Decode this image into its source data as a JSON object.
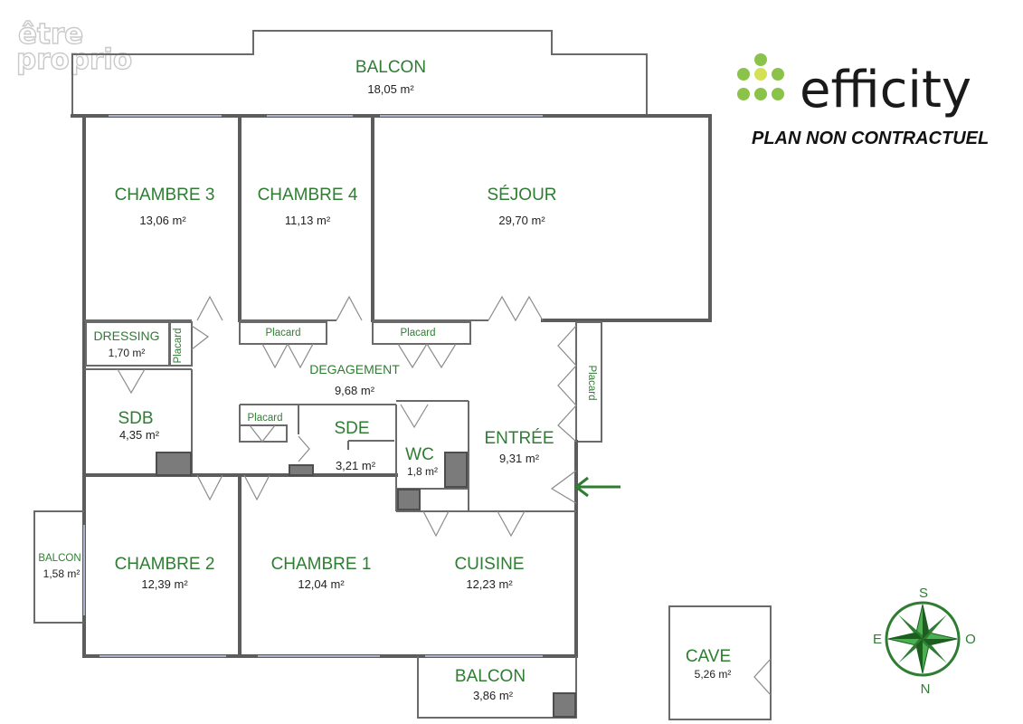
{
  "watermark": {
    "line1": "être",
    "line2": "proprio"
  },
  "brand": {
    "name": "efficity",
    "subtitle": "PLAN NON CONTRACTUEL",
    "dot_color": "#8bc34a",
    "dot_center_color": "#d4e157"
  },
  "colors": {
    "label_green": "#2e7d32",
    "wall": "#5c5c5c"
  },
  "rooms": {
    "balcon_top": {
      "name": "BALCON",
      "area": "18,05 m²"
    },
    "chambre3": {
      "name": "CHAMBRE 3",
      "area": "13,06 m²"
    },
    "chambre4": {
      "name": "CHAMBRE 4",
      "area": "11,13 m²"
    },
    "sejour": {
      "name": "SÉJOUR",
      "area": "29,70 m²"
    },
    "dressing": {
      "name": "DRESSING",
      "area": "1,70 m²"
    },
    "degagement": {
      "name": "DEGAGEMENT",
      "area": "9,68 m²"
    },
    "sdb": {
      "name": "SDB",
      "area": "4,35 m²"
    },
    "sde": {
      "name": "SDE",
      "area": "3,21 m²"
    },
    "wc": {
      "name": "WC",
      "area": "1,8 m²"
    },
    "entree": {
      "name": "ENTRÉE",
      "area": "9,31 m²"
    },
    "chambre2": {
      "name": "CHAMBRE 2",
      "area": "12,39 m²"
    },
    "chambre1": {
      "name": "CHAMBRE 1",
      "area": "12,04 m²"
    },
    "cuisine": {
      "name": "CUISINE",
      "area": "12,23 m²"
    },
    "balcon_left": {
      "name": "BALCON",
      "area": "1,58 m²"
    },
    "balcon_bottom": {
      "name": "BALCON",
      "area": "3,86 m²"
    },
    "cave": {
      "name": "CAVE",
      "area": "5,26 m²"
    }
  },
  "placards": {
    "p_dressing": "Placard",
    "p_ch4": "Placard",
    "p_sejour": "Placard",
    "p_sde": "Placard",
    "p_entree": "Placard"
  },
  "compass": {
    "south": "S",
    "north": "N",
    "east": "E",
    "west": "O"
  }
}
